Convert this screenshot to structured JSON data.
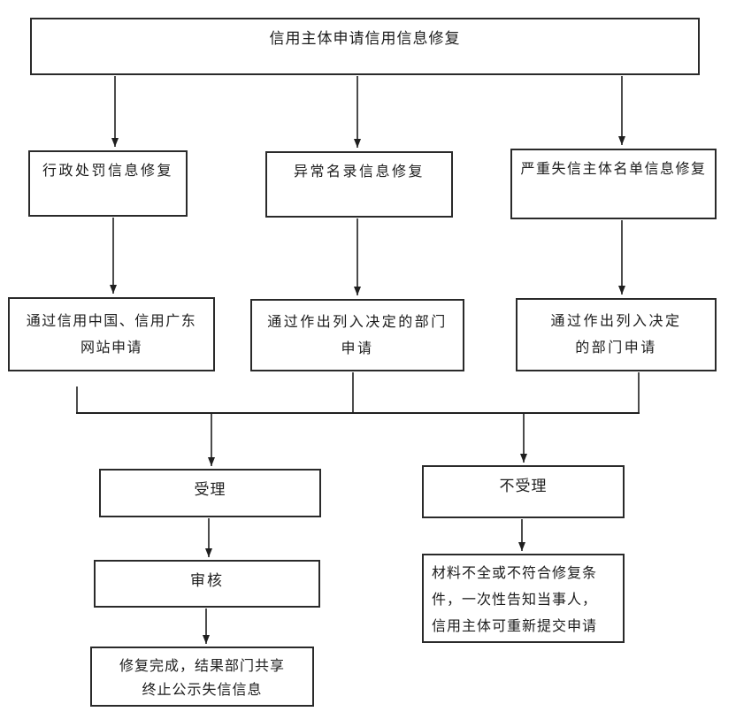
{
  "diagram": {
    "type": "flowchart",
    "language": "zh-CN",
    "colors": {
      "line": "#1f1f1f",
      "box_border": "#2a2a2a",
      "box_fill": "#ffffff",
      "background": "#ffffff",
      "text": "#1c1c1c"
    },
    "boxes": {
      "top": {
        "label": "信用主体申请信用信息修复"
      },
      "r2_left": {
        "label": "行政处罚信息修复"
      },
      "r2_mid": {
        "label": "异常名录信息修复"
      },
      "r2_right": {
        "label": "严重失信主体名单信息修复"
      },
      "r3_left": {
        "line1": "通过信用中国、信用广东",
        "line2": "网站申请"
      },
      "r3_mid": {
        "line1": "通过作出列入决定的部门",
        "line2": "申请"
      },
      "r3_right": {
        "line1": "通过作出列入决定",
        "line2": "的部门申请"
      },
      "accept": {
        "label": "受理"
      },
      "reject": {
        "label": "不受理"
      },
      "review": {
        "label": "审核"
      },
      "done": {
        "line1": "修复完成，结果部门共享",
        "line2": "终止公示失信信息"
      },
      "notify": {
        "line1": "材料不全或不符合修复条",
        "line2": "件，一次性告知当事人，",
        "line3": "信用主体可重新提交申请"
      }
    }
  }
}
